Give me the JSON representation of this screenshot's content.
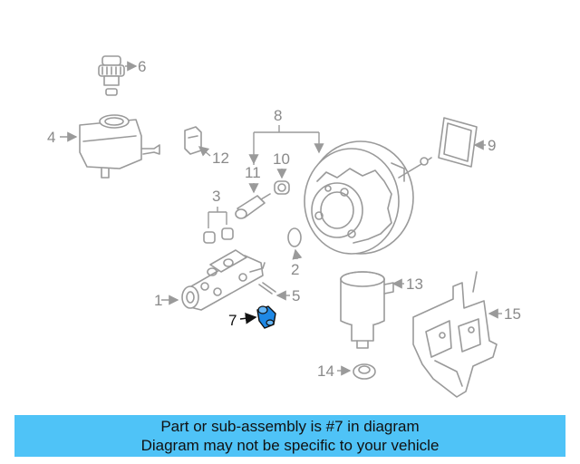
{
  "callouts": {
    "c1": "1",
    "c2": "2",
    "c3": "3",
    "c4": "4",
    "c5": "5",
    "c6": "6",
    "c7": "7",
    "c8": "8",
    "c9": "9",
    "c10": "10",
    "c11": "11",
    "c12": "12",
    "c13": "13",
    "c14": "14",
    "c15": "15"
  },
  "banner": {
    "line1": "Part or sub-assembly is #7 in diagram",
    "line2": "Diagram may not be specific to your vehicle"
  },
  "colors": {
    "banner_bg": "#4fc3f7",
    "highlight_part": "#1e88e5",
    "line_art": "#9a9a9a"
  }
}
